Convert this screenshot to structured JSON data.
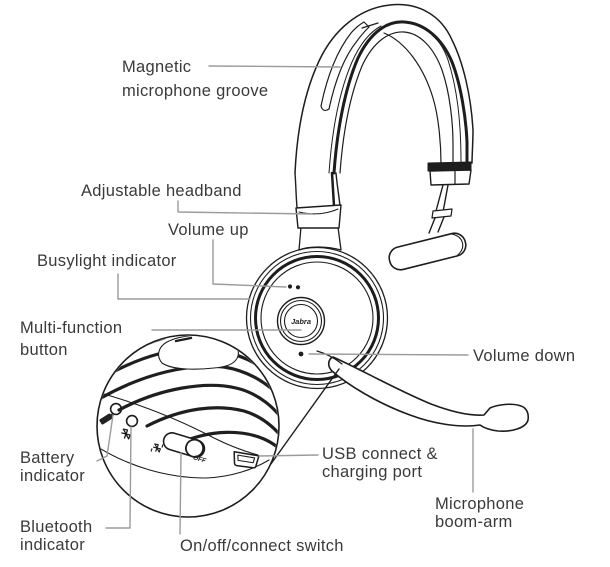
{
  "labels": {
    "magnetic": {
      "line1": "Magnetic",
      "line2": "microphone groove"
    },
    "adjustable_headband": "Adjustable headband",
    "volume_up": "Volume up",
    "busylight": "Busylight indicator",
    "multi_function": {
      "line1": "Multi-function",
      "line2": "button"
    },
    "volume_down": "Volume down",
    "battery": {
      "line1": "Battery",
      "line2": "indicator"
    },
    "bluetooth": {
      "line1": "Bluetooth",
      "line2": "indicator"
    },
    "on_off_switch": "On/off/connect switch",
    "usb": {
      "line1": "USB connect &",
      "line2": "charging port"
    },
    "microphone": {
      "line1": "Microphone",
      "line2": "boom-arm"
    }
  },
  "device": {
    "brand": "Jabra",
    "switch_label": "OFF"
  },
  "icons": [
    "battery-indicator-icon",
    "bluetooth-indicator-icon",
    "bluetooth-connect-icon",
    "on-off-switch",
    "usb-port",
    "volume-up-dots",
    "volume-down-dot",
    "jabra-button"
  ],
  "colors": {
    "line": "#1d1d1d",
    "leader": "#9b9b9b",
    "text": "#3a3a3a",
    "background": "#ffffff"
  }
}
